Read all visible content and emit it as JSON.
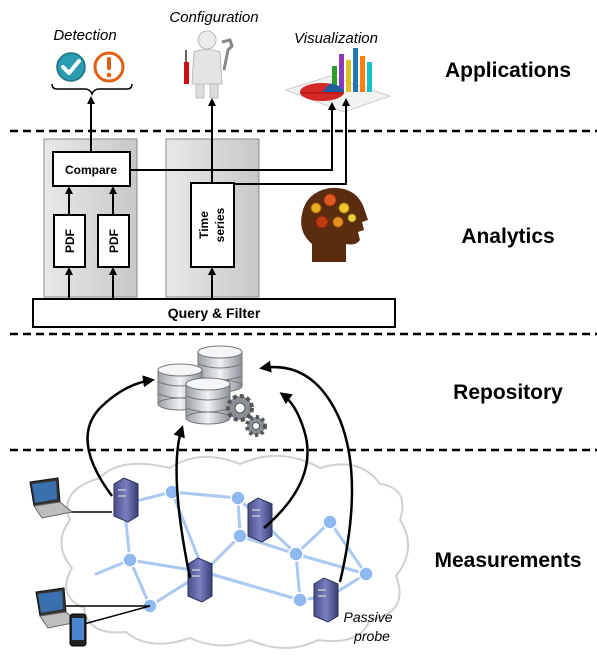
{
  "layers": {
    "applications": "Applications",
    "analytics": "Analytics",
    "repository": "Repository",
    "measurements": "Measurements"
  },
  "apps": {
    "detection": "Detection",
    "configuration": "Configuration",
    "visualization": "Visualization"
  },
  "analytics": {
    "compare": "Compare",
    "pdf1": "PDF",
    "pdf2": "PDF",
    "time": "Time",
    "series": "series",
    "query_filter": "Query & Filter"
  },
  "measurements": {
    "passive": "Passive",
    "probe": "probe"
  },
  "colors": {
    "node_blue": "#8fb8f0",
    "link_blue": "#a9c8f2",
    "grey_panel": "#d8d8d8",
    "check_teal": "#2a9db0",
    "alert_orange": "#e06010"
  },
  "icons": [
    "check-icon",
    "alert-icon",
    "wrench-figure-icon",
    "bar-chart-icon",
    "brain-head-icon",
    "database-icon",
    "gear-icon",
    "server-icon",
    "laptop-icon",
    "smartphone-icon"
  ]
}
